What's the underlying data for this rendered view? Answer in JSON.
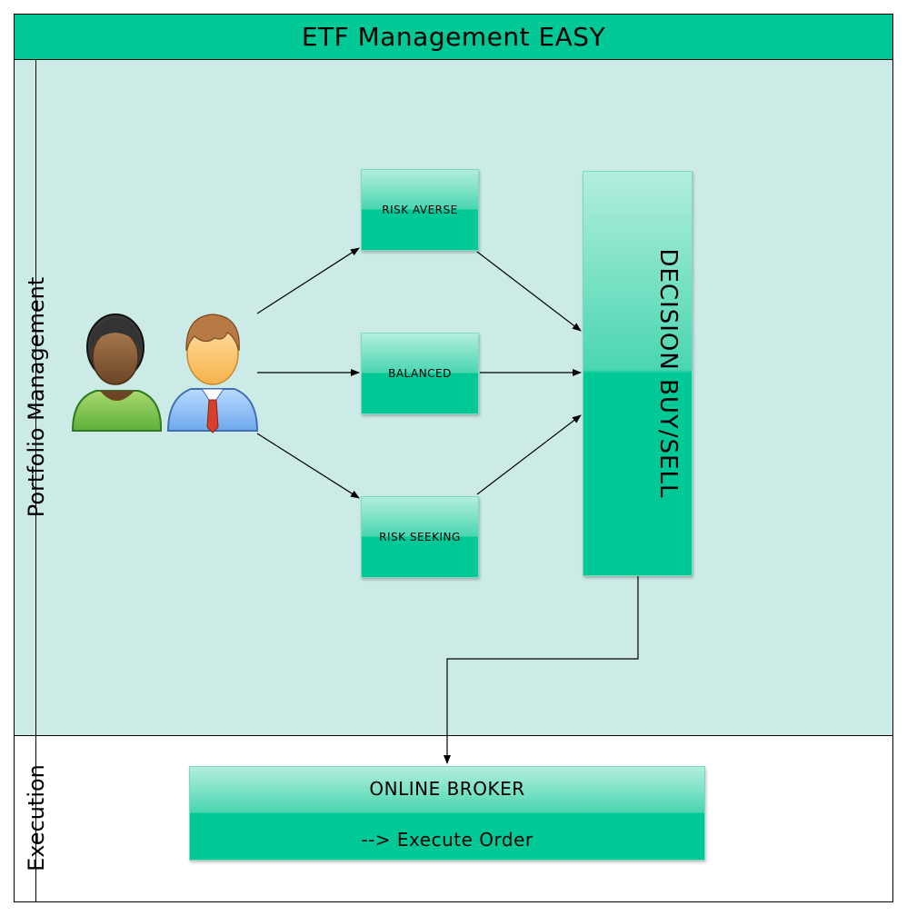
{
  "title": "ETF Management EASY",
  "lanes": {
    "portfolio": "Portfolio Management",
    "execution": "Execution"
  },
  "nodes": {
    "risk_averse": "RISK AVERSE",
    "balanced": "BALANCED",
    "risk_seeking": "RISK SEEKING",
    "decision": "DECISION BUY/SELL",
    "broker_title": "ONLINE BROKER",
    "broker_sub": "--> Execute Order"
  },
  "icons": {
    "investors": [
      "woman-user-icon",
      "man-user-icon"
    ]
  },
  "colors": {
    "accent": "#00c896",
    "lane_fill": "#cdebe6"
  }
}
